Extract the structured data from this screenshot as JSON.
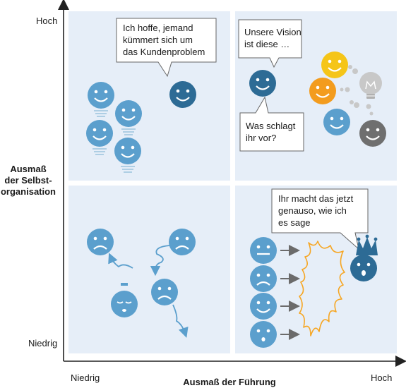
{
  "axes": {
    "y_label": [
      "Ausmaß",
      "der Selbst-",
      "organisation"
    ],
    "x_label": "Ausmaß der Führung",
    "y_high": "Hoch",
    "y_low": "Niedrig",
    "x_low": "Niedrig",
    "x_high": "Hoch"
  },
  "bubbles": {
    "top_left": [
      "Ich hoffe, jemand",
      "kümmert sich um",
      "das Kundenproblem"
    ],
    "top_right_vision": [
      "Unsere Vision",
      "ist diese …"
    ],
    "top_right_question": [
      "Was schlagt",
      "ihr vor?"
    ],
    "bottom_right": [
      "Ihr macht das jetzt",
      "genauso, wie ich",
      "es sage"
    ]
  },
  "colors": {
    "quadrant_bg": "#e6eef8",
    "face_light": "#5b9fcd",
    "face_dark": "#2d6b95",
    "face_yellow": "#f5c518",
    "face_orange": "#f39c1e",
    "face_gray": "#6f6f6f",
    "bulb_gray": "#c8c8c8",
    "explosion": "#f6a623",
    "arrow_gray": "#6b6b6b",
    "axis": "#222222"
  },
  "icons": [
    "smiley-face-icon",
    "sad-face-icon",
    "crown-icon",
    "light-bulb-icon",
    "speech-bubble-icon",
    "explosion-icon",
    "arrow-right-icon"
  ]
}
